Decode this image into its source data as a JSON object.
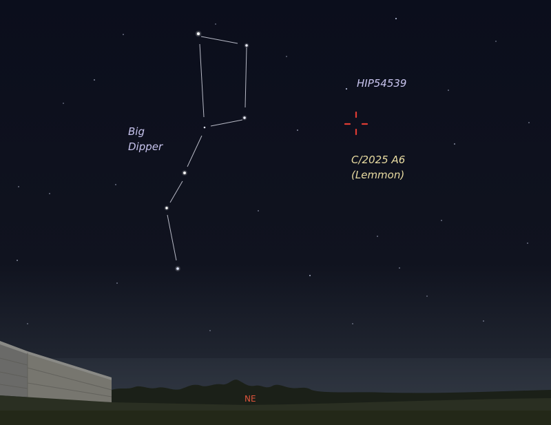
{
  "labels": {
    "asterism_line1": "Big",
    "asterism_line2": "Dipper",
    "star": "HIP54539",
    "comet_line1": "C/2025 A6",
    "comet_line2": "(Lemmon)",
    "compass": "NE"
  },
  "colors": {
    "sky_top": "#0b0e1c",
    "sky_horizon": "#2c3240",
    "ground": "#2a2f22",
    "label_star": "#c8c4ee",
    "label_comet": "#e9dca2",
    "label_compass": "#e0543c",
    "reticle": "#e03c34"
  },
  "icons": {
    "target": "crosshair-reticle-icon"
  }
}
